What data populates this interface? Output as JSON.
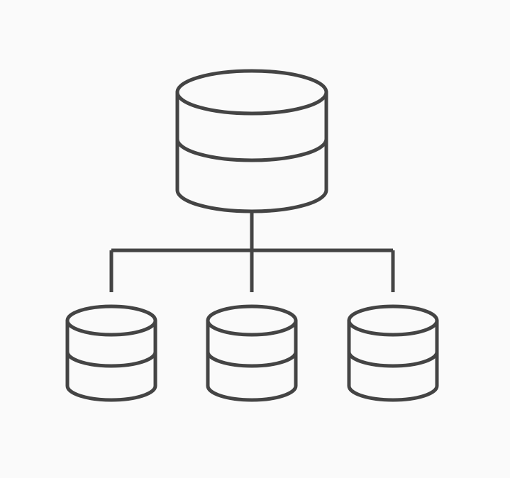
{
  "diagram": {
    "type": "database-hierarchy-icon",
    "colors": {
      "background": "#fafafa",
      "stroke": "#444444",
      "fill": "#fafafa"
    },
    "nodes": [
      {
        "id": "primary-database",
        "role": "parent",
        "icon": "database-icon"
      },
      {
        "id": "replica-database-left",
        "role": "child",
        "icon": "database-icon"
      },
      {
        "id": "replica-database-center",
        "role": "child",
        "icon": "database-icon"
      },
      {
        "id": "replica-database-right",
        "role": "child",
        "icon": "database-icon"
      }
    ],
    "edges": [
      {
        "from": "primary-database",
        "to": "replica-database-left"
      },
      {
        "from": "primary-database",
        "to": "replica-database-center"
      },
      {
        "from": "primary-database",
        "to": "replica-database-right"
      }
    ]
  }
}
